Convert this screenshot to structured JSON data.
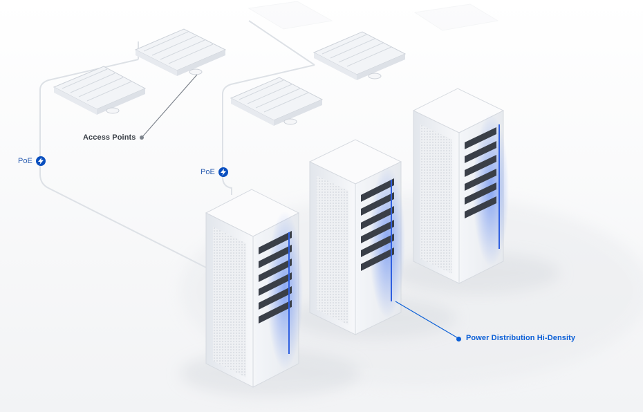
{
  "labels": {
    "access_points": "Access Points",
    "poe_left": "PoE",
    "poe_right": "PoE",
    "pdu": "Power Distribution Hi-Density"
  },
  "colors": {
    "accent": "#0b5fd7",
    "poe_icon": "#0a4fbf",
    "cable": "#d9dde3",
    "rack_face": "#eef1f5",
    "rack_side": "#f7f8fa",
    "rack_top": "#fbfbfc"
  },
  "icons": {
    "poe": "lightning-bolt-icon"
  }
}
